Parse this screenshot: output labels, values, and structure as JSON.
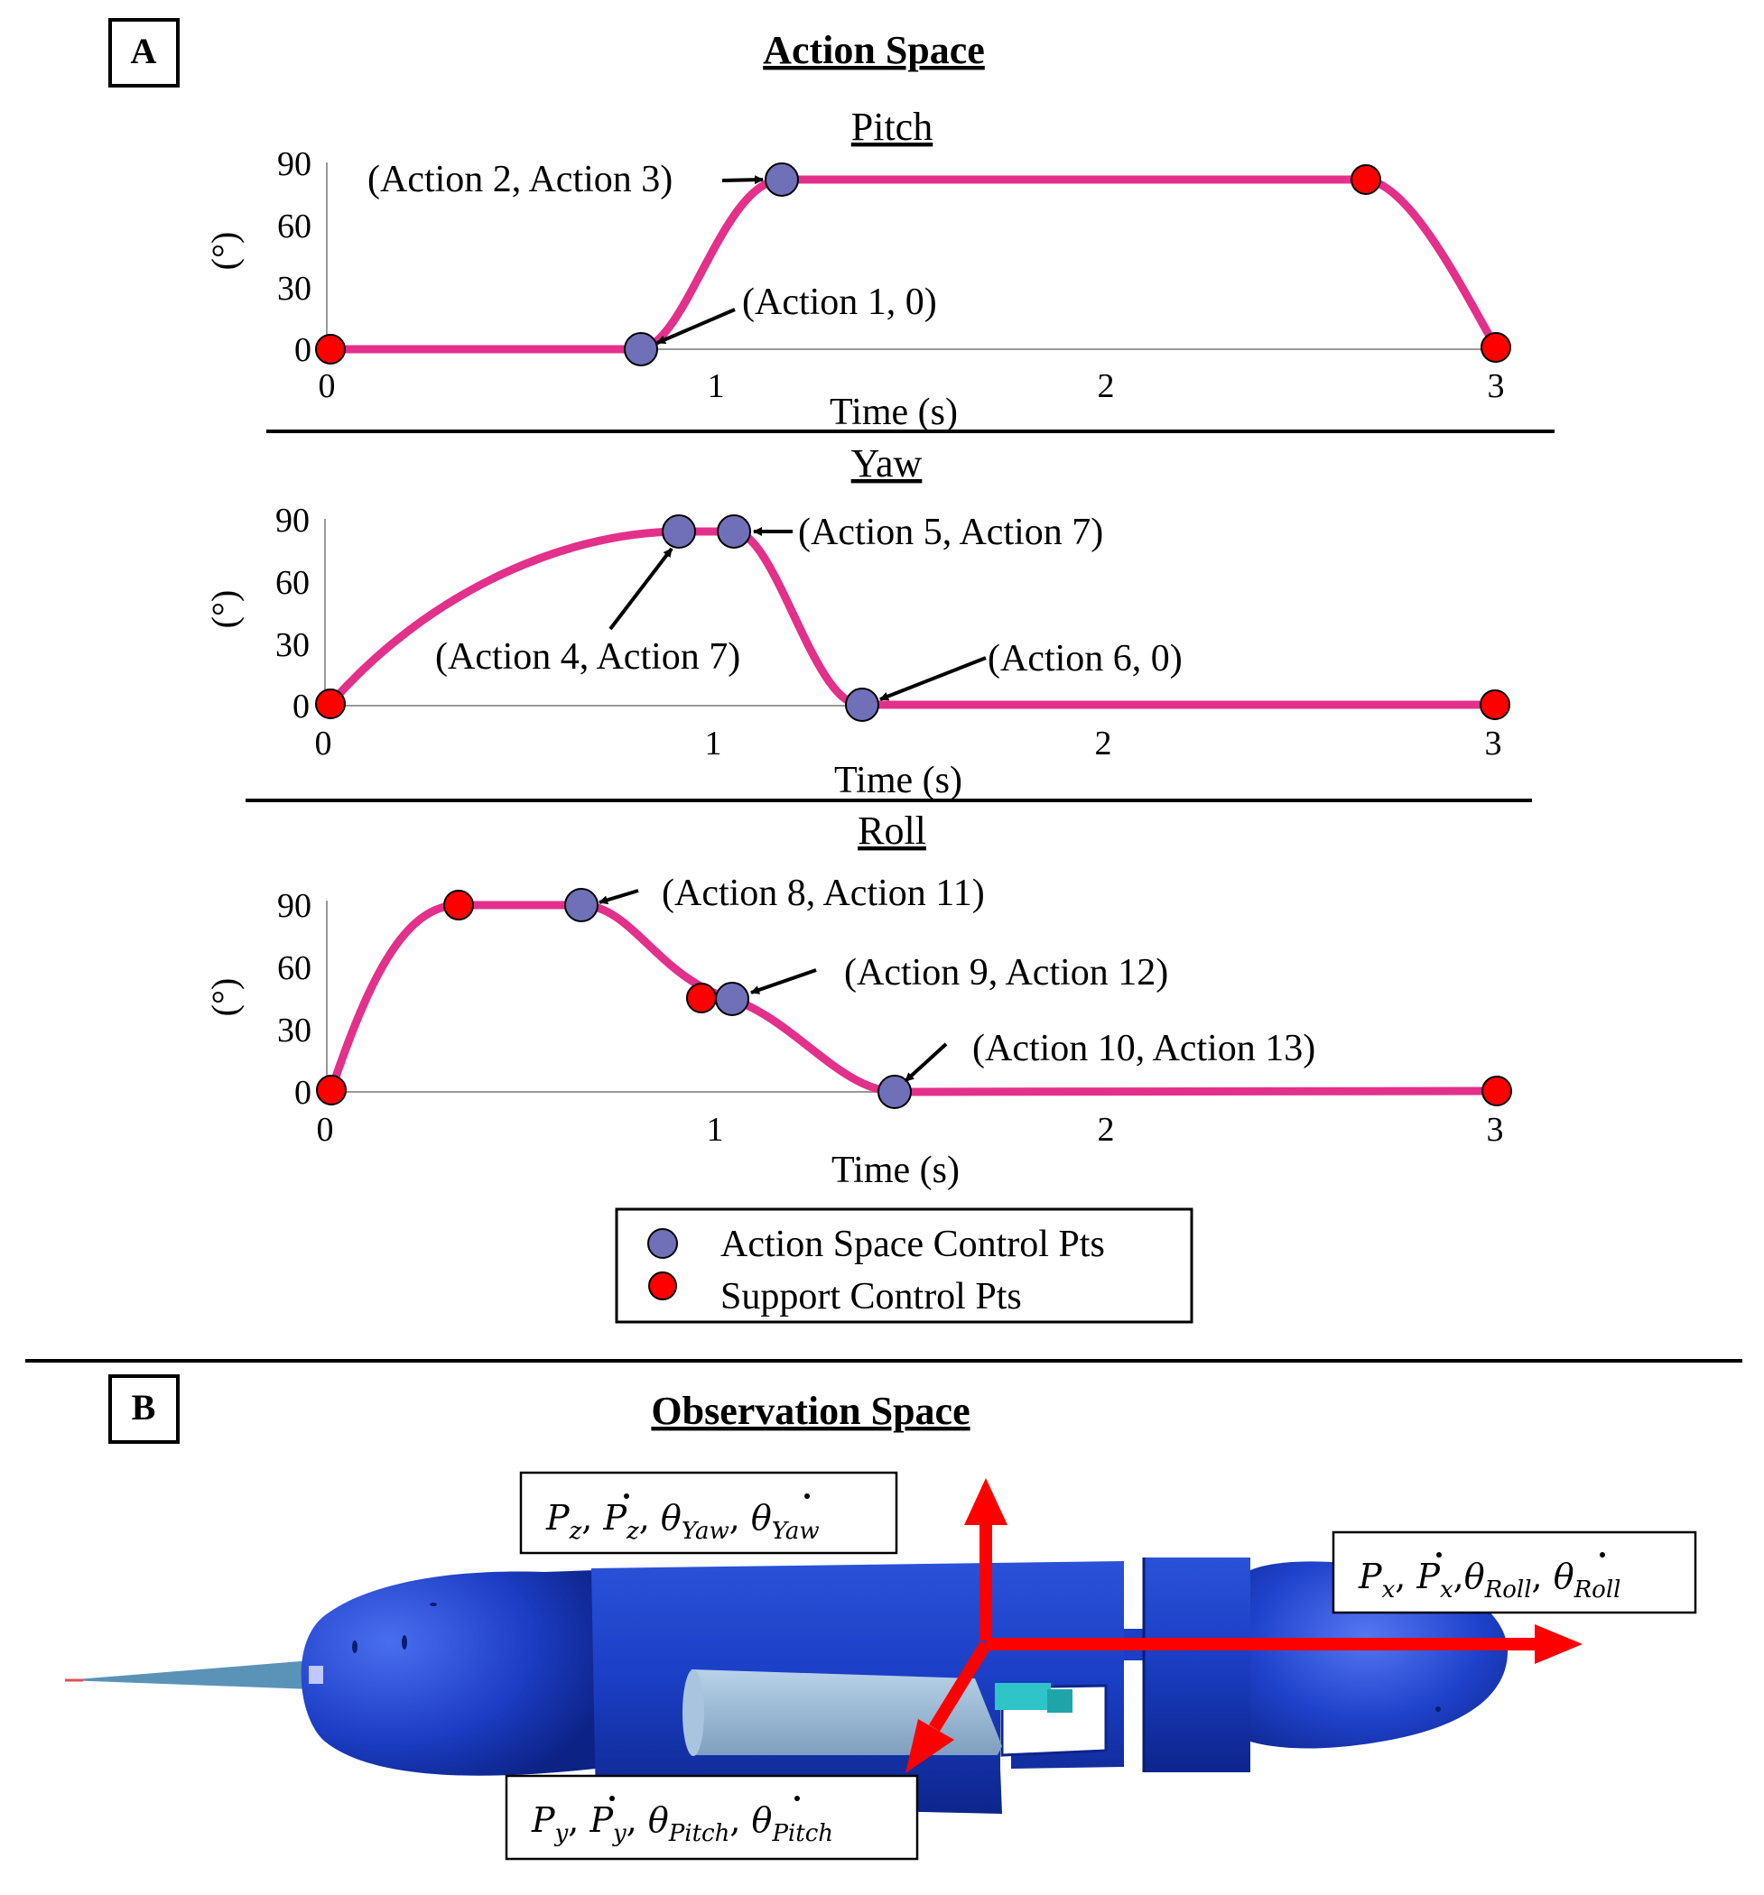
{
  "panel_a": {
    "label": "A",
    "title": "Action Space",
    "charts": [
      {
        "title": "Pitch",
        "ylabel": "(°)",
        "xlabel": "Time (s)",
        "xticks": [
          "0",
          "1",
          "2",
          "3"
        ],
        "yticks": [
          "0",
          "30",
          "60",
          "90"
        ],
        "annotations": [
          "(Action 2, Action 3)",
          "(Action 1, 0)"
        ]
      },
      {
        "title": "Yaw",
        "ylabel": "(°)",
        "xlabel": "Time (s)",
        "xticks": [
          "0",
          "1",
          "2",
          "3"
        ],
        "yticks": [
          "0",
          "30",
          "60",
          "90"
        ],
        "annotations": [
          "(Action 5, Action 7)",
          "(Action 4, Action 7)",
          "(Action 6, 0)"
        ]
      },
      {
        "title": "Roll",
        "ylabel": "(°)",
        "xlabel": "Time (s)",
        "xticks": [
          "0",
          "1",
          "2",
          "3"
        ],
        "yticks": [
          "0",
          "30",
          "60",
          "90"
        ],
        "annotations": [
          "(Action 8, Action 11)",
          "(Action 9, Action 12)",
          "(Action 10, Action 13)"
        ]
      }
    ],
    "legend": {
      "action": "Action Space Control Pts",
      "support": "Support Control Pts"
    }
  },
  "panel_b": {
    "label": "B",
    "title": "Observation Space",
    "axes_labels": {
      "z": {
        "v": "P",
        "sub": "z",
        "theta": "θ",
        "theta_sub": "Yaw"
      },
      "x": {
        "v": "P",
        "sub": "x",
        "theta": "θ",
        "theta_sub": "Roll"
      },
      "y": {
        "v": "P",
        "sub": "y",
        "theta": "θ",
        "theta_sub": "Pitch"
      }
    }
  },
  "colors": {
    "curve": "#e3308b",
    "action_point": "#7070b8",
    "support_point": "#ff0000",
    "arrow": "#ff0000",
    "body": "#1a3fc7"
  },
  "chart_data": [
    {
      "type": "line",
      "title": "Pitch",
      "xlabel": "Time (s)",
      "ylabel": "(°)",
      "xlim": [
        0,
        3
      ],
      "ylim": [
        0,
        90
      ],
      "series": [
        {
          "x": [
            0,
            0.8,
            1.17,
            2.66,
            3.0
          ],
          "y": [
            0,
            0,
            83,
            83,
            0
          ]
        }
      ],
      "action_points": [
        [
          0.8,
          0
        ],
        [
          1.17,
          83
        ]
      ],
      "support_points": [
        [
          0,
          0
        ],
        [
          2.66,
          83
        ],
        [
          3.0,
          0
        ]
      ]
    },
    {
      "type": "line",
      "title": "Yaw",
      "xlabel": "Time (s)",
      "ylabel": "(°)",
      "xlim": [
        0,
        3
      ],
      "ylim": [
        0,
        90
      ],
      "series": [
        {
          "x": [
            0,
            0.9,
            1.05,
            1.38,
            3.0
          ],
          "y": [
            0,
            85,
            85,
            0,
            0
          ]
        }
      ],
      "action_points": [
        [
          0.9,
          85
        ],
        [
          1.05,
          85
        ],
        [
          1.38,
          0
        ]
      ],
      "support_points": [
        [
          0,
          0
        ],
        [
          3.0,
          0
        ]
      ]
    },
    {
      "type": "line",
      "title": "Roll",
      "xlabel": "Time (s)",
      "ylabel": "(°)",
      "xlim": [
        0,
        3
      ],
      "ylim": [
        0,
        90
      ],
      "series": [
        {
          "x": [
            0,
            0.34,
            0.65,
            1.03,
            1.46,
            3.0
          ],
          "y": [
            0,
            90,
            90,
            45,
            0,
            0
          ]
        }
      ],
      "action_points": [
        [
          0.65,
          90
        ],
        [
          1.03,
          45
        ],
        [
          1.46,
          0
        ]
      ],
      "support_points": [
        [
          0,
          0
        ],
        [
          0.34,
          90
        ],
        [
          0.97,
          46
        ],
        [
          3.0,
          0
        ]
      ]
    }
  ]
}
